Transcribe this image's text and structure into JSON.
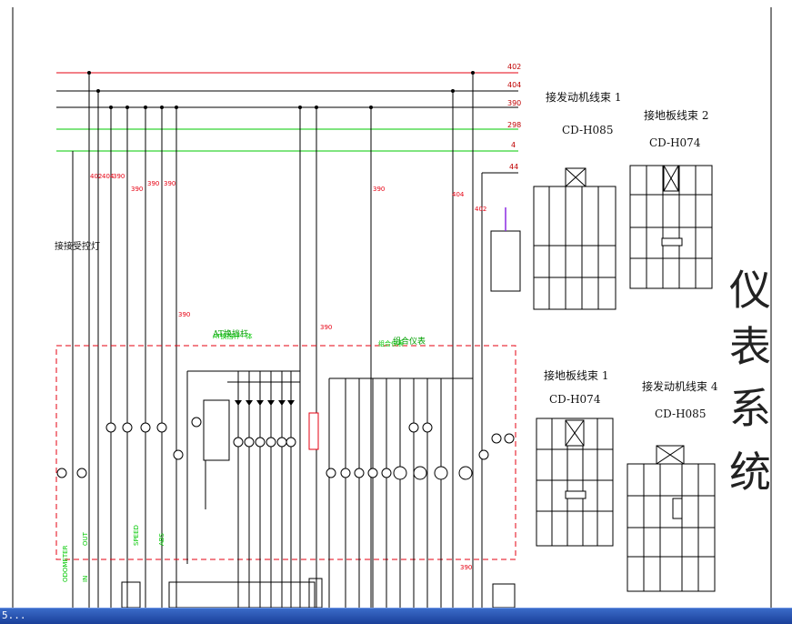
{
  "bus_lines": [
    {
      "label": "402",
      "color": "#e60012"
    },
    {
      "label": "404",
      "color": "#e60012"
    },
    {
      "label": "390",
      "color": "#e60012"
    },
    {
      "label": "298",
      "color": "#e60012"
    },
    {
      "label": "4",
      "color": "#e60012"
    },
    {
      "label": "44",
      "color": "#e60012"
    }
  ],
  "connectors": [
    {
      "title": "接发动机线束 1",
      "code": "CD-H085"
    },
    {
      "title": "接地板线束 2",
      "code": "CD-H074"
    },
    {
      "title": "接地板线束 1",
      "code": "CD-H074"
    },
    {
      "title": "接发动机线束 4",
      "code": "CD-H085"
    }
  ],
  "vertical_title": [
    "仪",
    "表",
    "系",
    "统"
  ],
  "annotations": {
    "left_note": "接接受控灯",
    "box_label_at": "AT换挡杆",
    "box_label_right": "组合仪表"
  },
  "colors": {
    "wire_red": "#e60012",
    "wire_green": "#00c800",
    "wire_black": "#000000",
    "label_red": "#c00000"
  },
  "taskbar_text": "5..."
}
